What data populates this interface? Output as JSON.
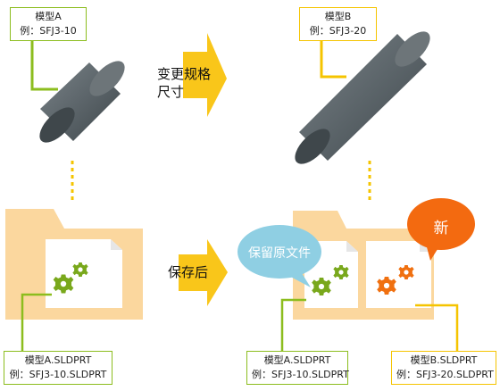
{
  "model_a_top": {
    "name": "模型A",
    "example": "例：SFJ3-10"
  },
  "model_b_top": {
    "name": "模型B",
    "example": "例：SFJ3-20"
  },
  "arrow_change": {
    "line1": "变更规格",
    "line2": "尺寸"
  },
  "arrow_save": {
    "label": "保存后"
  },
  "file_a_bottom_left": {
    "name": "模型A.SLDPRT",
    "example": "例：SFJ3-10.SLDPRT"
  },
  "file_a_bottom_right": {
    "name": "模型A.SLDPRT",
    "example": "例：SFJ3-10.SLDPRT"
  },
  "file_b_bottom": {
    "name": "模型B.SLDPRT",
    "example": "例：SFJ3-20.SLDPRT"
  },
  "bubble_keep": {
    "text": "保留原文件"
  },
  "bubble_new": {
    "text": "新"
  },
  "colors": {
    "green": "#8cbd1e",
    "yellow": "#f5c400",
    "folder": "#fbd79e",
    "gear_green": "#79a81c",
    "gear_orange": "#f07010",
    "bubble_blue": "#8fcfe3",
    "bubble_orange": "#f36a10",
    "cylinder": "#5e676c"
  }
}
